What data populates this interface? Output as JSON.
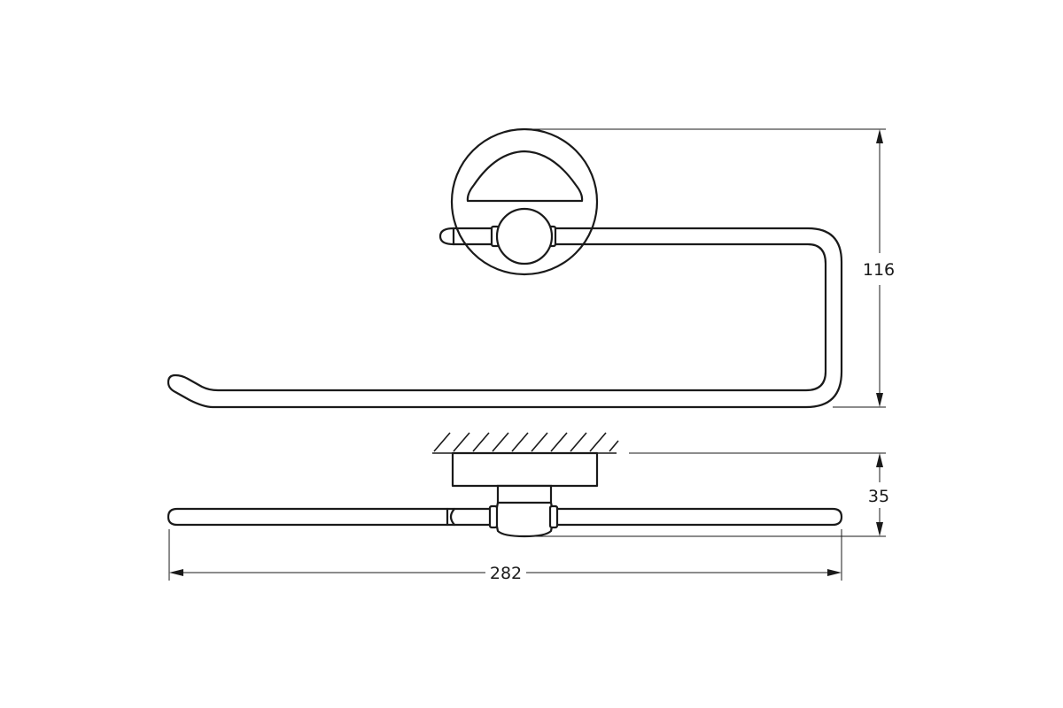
{
  "dimensions": {
    "height": "116",
    "depth": "35",
    "width": "282"
  }
}
